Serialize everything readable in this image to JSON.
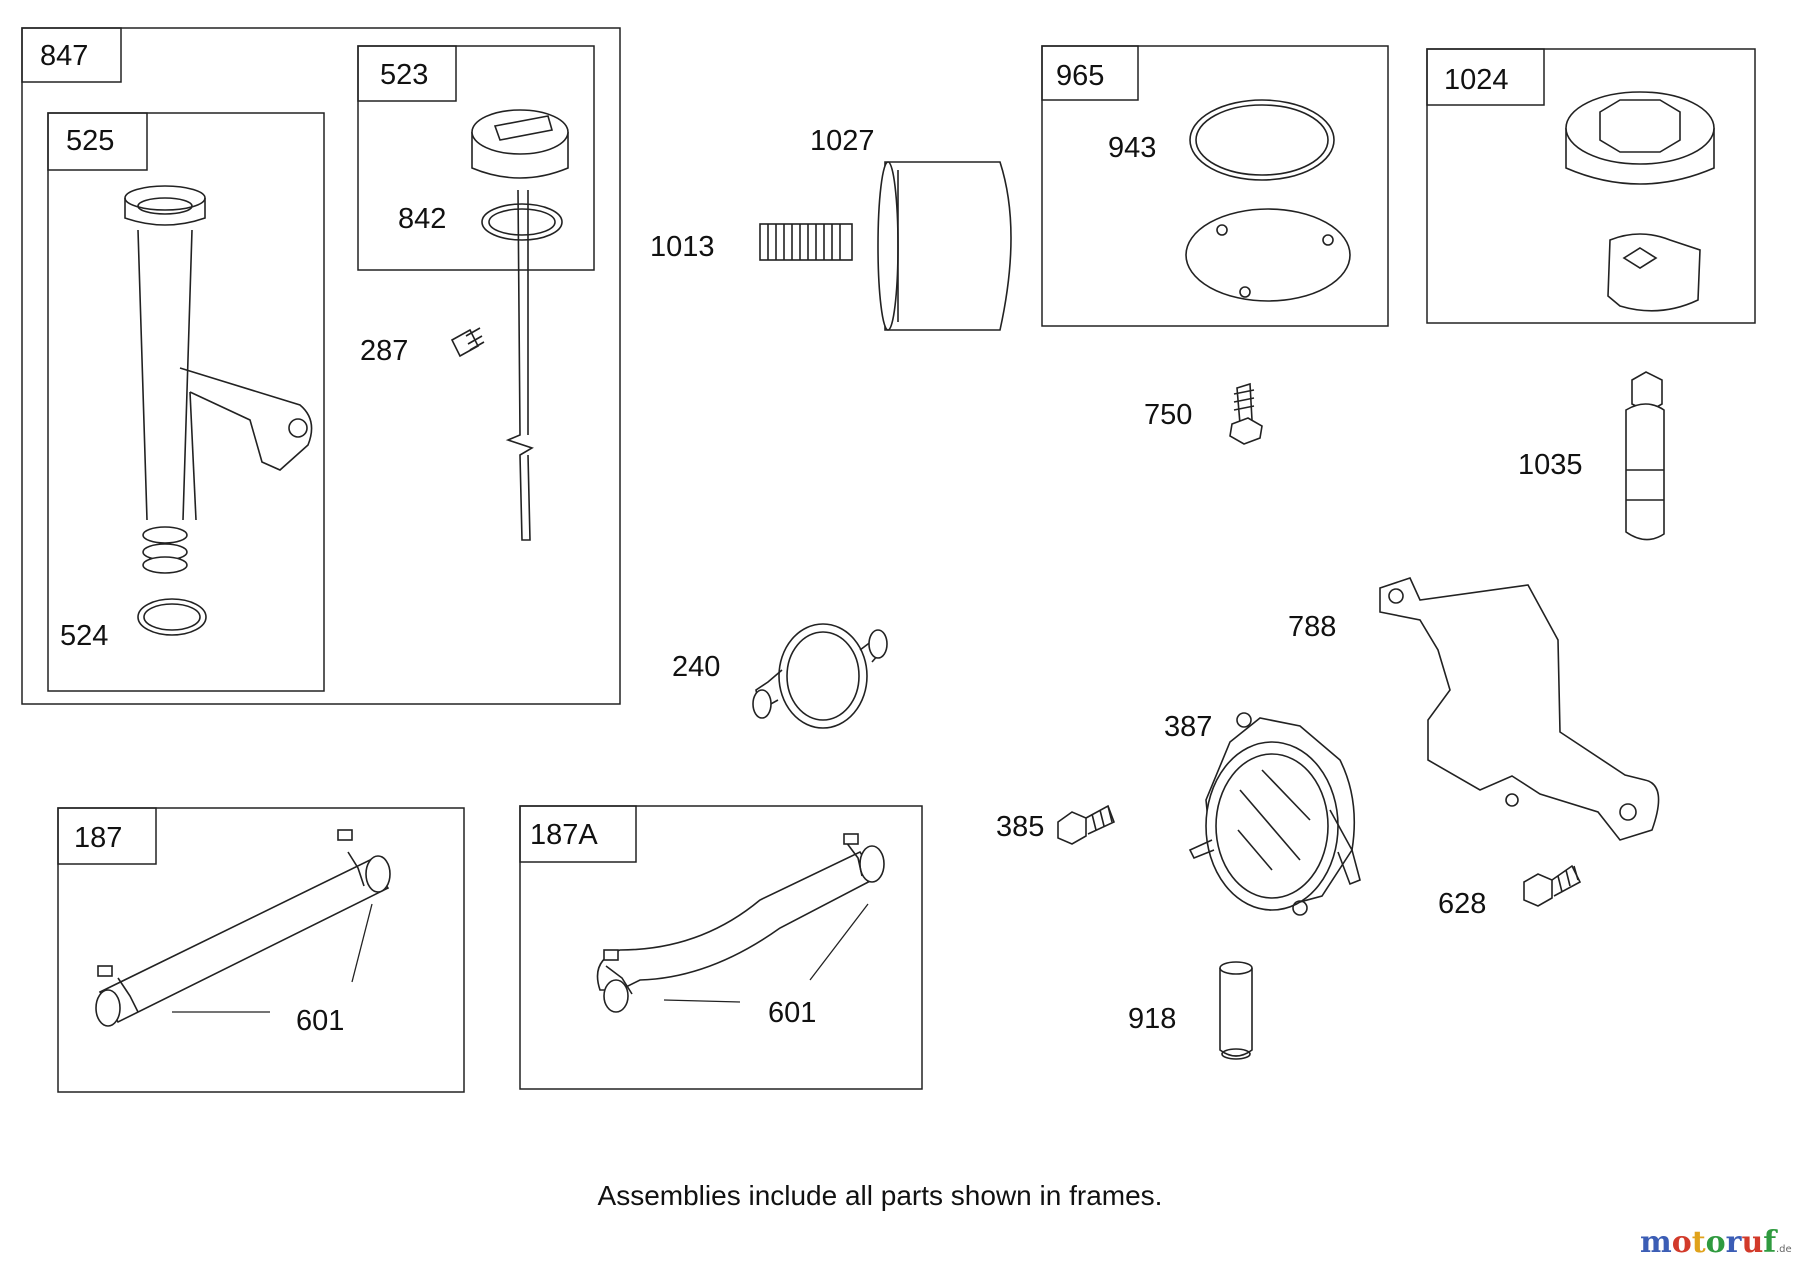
{
  "frames": {
    "f847": "847",
    "f525": "525",
    "f523": "523",
    "f965": "965",
    "f1024": "1024",
    "f187": "187",
    "f187A": "187A"
  },
  "parts": {
    "p524": "524",
    "p842": "842",
    "p287": "287",
    "p1027": "1027",
    "p1013": "1013",
    "p943": "943",
    "p750": "750",
    "p1035": "1035",
    "p240": "240",
    "p788": "788",
    "p387": "387",
    "p385": "385",
    "p628": "628",
    "p918": "918",
    "p601a": "601",
    "p601b": "601"
  },
  "caption": "Assemblies include all parts shown in frames.",
  "watermark": {
    "letters": [
      "m",
      "o",
      "t",
      "o",
      "r",
      "u",
      "f"
    ],
    "colors": [
      "#3b5db5",
      "#d23a2a",
      "#e0a21b",
      "#2f9a3f",
      "#3b5db5",
      "#d23a2a",
      "#2f9a3f"
    ],
    "suffix": ".de"
  }
}
